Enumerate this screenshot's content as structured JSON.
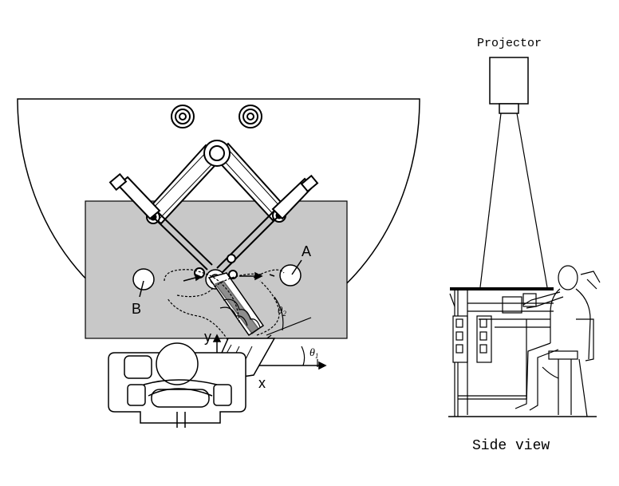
{
  "top_view": {
    "label_a": "A",
    "label_b": "B",
    "axis_x": "x",
    "axis_y": "y",
    "angle_1": "θ",
    "angle_1_sub": "1",
    "angle_2": "θ",
    "angle_2_sub": "2"
  },
  "side_view": {
    "projector_label": "Projector",
    "caption": "Side view"
  },
  "colors": {
    "table": "#c8c8c8",
    "stroke": "#000000",
    "background": "#ffffff"
  }
}
